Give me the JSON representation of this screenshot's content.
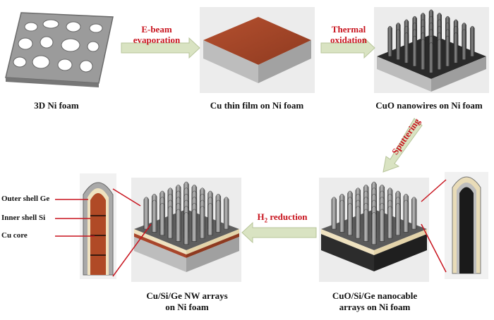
{
  "steps": [
    {
      "label": "3D Ni foam"
    },
    {
      "label": "Cu thin film on Ni foam"
    },
    {
      "label": "CuO nanowires on Ni foam"
    },
    {
      "label_line1": "CuO/Si/Ge nanocable",
      "label_line2": "arrays on Ni foam"
    },
    {
      "label_line1": "Cu/Si/Ge NW arrays",
      "label_line2": "on Ni foam"
    }
  ],
  "processes": {
    "p1_line1": "E-beam",
    "p1_line2": "evaporation",
    "p2_line1": "Thermal",
    "p2_line2": "oxidation",
    "p3": "Sputtering",
    "p4_prefix": "H",
    "p4_sub": "2",
    "p4_suffix": " reduction"
  },
  "layers": {
    "outer": "Outer shell Ge",
    "inner": "Inner shell Si",
    "core": "Cu core"
  },
  "colors": {
    "arrow": "#d9e3c2",
    "arrow_stroke": "#b7c49a",
    "process_text": "#c8141e",
    "cu_film": "#a8452a",
    "nickel": "#c8c8c8",
    "panel_bg": "#ececec"
  }
}
